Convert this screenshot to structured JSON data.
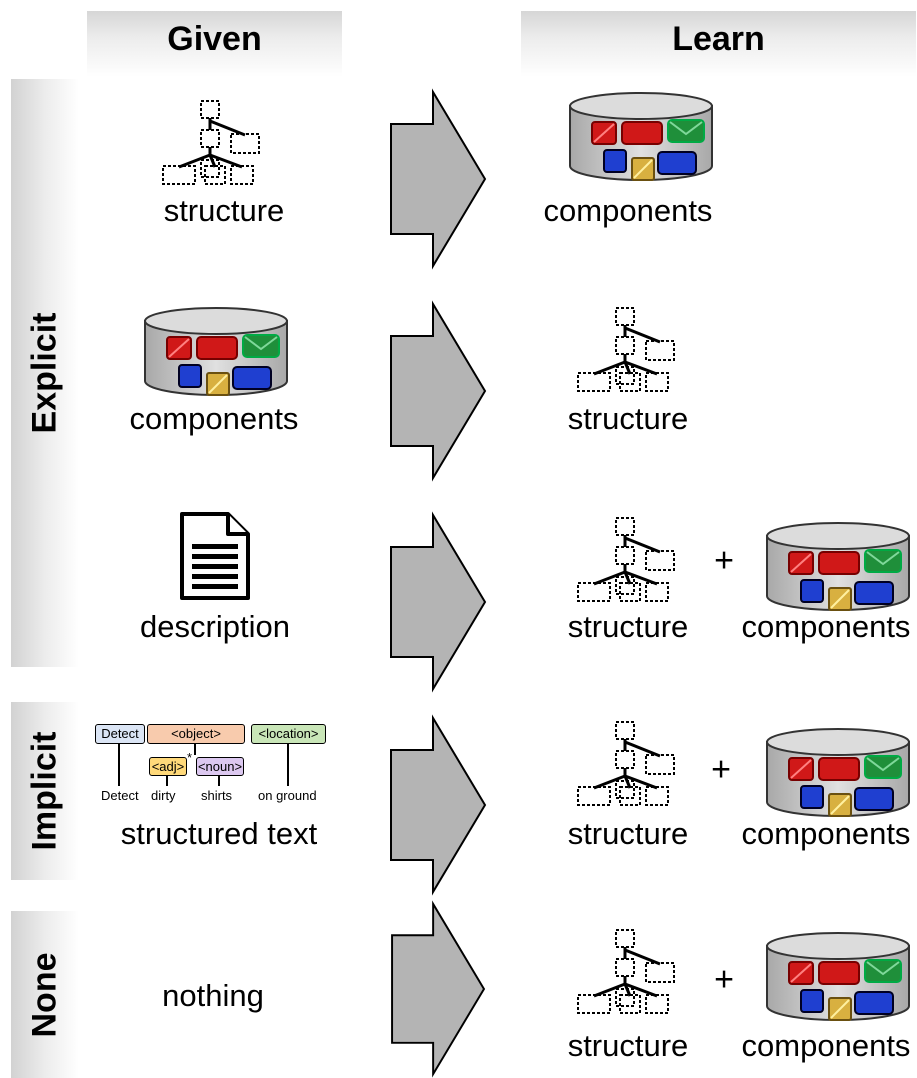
{
  "columns": {
    "given": "Given",
    "learn": "Learn"
  },
  "row_groups": {
    "explicit": "Explicit",
    "implicit": "Implicit",
    "none": "None"
  },
  "rows": [
    {
      "given": "structure",
      "learn": [
        "components"
      ]
    },
    {
      "given": "components",
      "learn": [
        "structure"
      ]
    },
    {
      "given": "description",
      "learn": [
        "structure",
        "components"
      ]
    },
    {
      "given": "structured text",
      "learn": [
        "structure",
        "components"
      ]
    },
    {
      "given": "nothing",
      "learn": [
        "structure",
        "components"
      ]
    }
  ],
  "plus_sign": "+",
  "structured_text": {
    "boxes": {
      "detect": "Detect",
      "object": "<object>",
      "location": "<location>",
      "adj": "<adj>",
      "noun": "<noun>",
      "star": "*"
    },
    "words": {
      "detect": "Detect",
      "adj": "dirty",
      "noun": "shirts",
      "location": "on ground"
    }
  },
  "colors": {
    "header_gray": "#d6d6d6",
    "arrow_fill": "#b4b4b4",
    "db_gray": "#c8c8c8",
    "block_red": "#d01818",
    "block_green": "#1f8f3a",
    "block_blue": "#1f3fd0",
    "block_gold": "#d8b040",
    "box_detect": "#dbe5f5",
    "box_object": "#f8cbad",
    "box_location": "#c9e6b8",
    "box_adj": "#ffd97a",
    "box_noun": "#dcc8f0"
  },
  "icons": [
    "tree-icon",
    "database-icon",
    "document-icon",
    "arrow-icon"
  ]
}
